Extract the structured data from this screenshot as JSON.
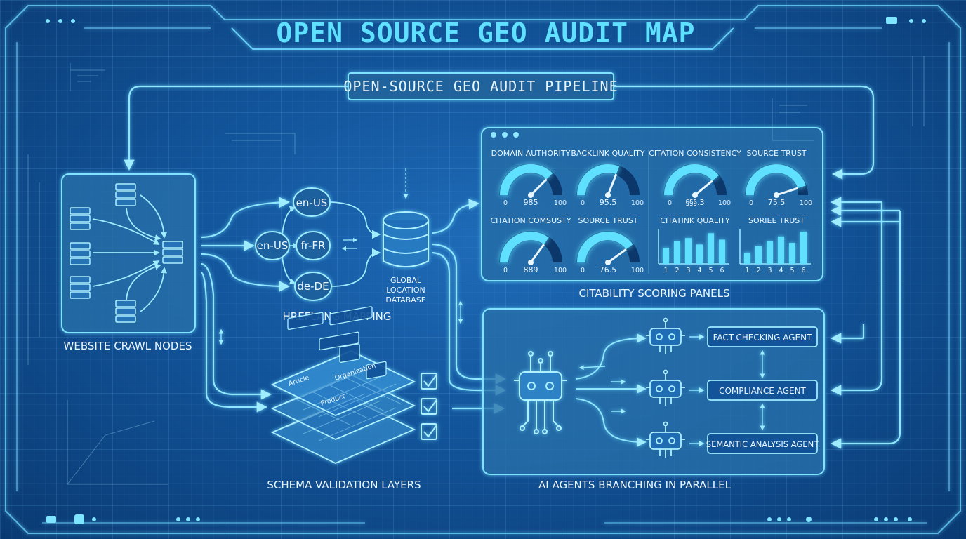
{
  "title": "OPEN SOURCE GEO AUDIT MAP",
  "pipeline_label": "OPEN-SOURCE GEO AUDIT PIPELINE",
  "crawl": {
    "label": "WEBSITE CRAWL NODES"
  },
  "hreflang": {
    "label": "HREFLANG MAPPING",
    "nodes": [
      "en-US",
      "en-US",
      "fr-FR",
      "de-DE"
    ]
  },
  "database": {
    "line1": "GLOBAL",
    "line2": "LOCATION",
    "line3": "DATABASE"
  },
  "schema": {
    "label": "SCHEMA VALIDATION LAYERS",
    "tags": [
      "Article",
      "Organization",
      "Product"
    ]
  },
  "scoring": {
    "label": "CITABILITY SCORING PANELS",
    "gauges": [
      {
        "title": "DOMAIN AUTHORITY",
        "min": "0",
        "max": "100",
        "value": "985",
        "level": 0.75
      },
      {
        "title": "BACKLINK QUALITY",
        "min": "0",
        "max": "100",
        "value": "95.5",
        "level": 0.62
      },
      {
        "title": "CITATION CONSISTENCY",
        "min": "0",
        "max": "100",
        "value": "§§§.3",
        "level": 0.78
      },
      {
        "title": "SOURCE TRUST",
        "min": "0",
        "max": "100",
        "value": "75.5",
        "level": 0.9
      },
      {
        "title": "CITATION COMSUSTY",
        "min": "0",
        "max": "100",
        "value": "889",
        "level": 0.7
      },
      {
        "title": "SOURCE TRUST",
        "min": "0",
        "max": "100",
        "value": "76.5",
        "level": 0.8
      }
    ],
    "bar_panels": [
      {
        "title": "CITATINK QUALITY",
        "ticks": [
          "1",
          "2",
          "3",
          "4",
          "5",
          "6"
        ],
        "values": [
          0.5,
          0.7,
          0.8,
          0.6,
          0.95,
          0.75
        ]
      },
      {
        "title": "SORIEE TRUST",
        "ticks": [
          "1",
          "2",
          "3",
          "4",
          "5",
          "6"
        ],
        "values": [
          0.35,
          0.55,
          0.7,
          0.85,
          0.65,
          1.0
        ]
      }
    ]
  },
  "agents": {
    "label": "AI AGENTS BRANCHING IN PARALLEL",
    "items": [
      "FACT-CHECKING AGENT",
      "COMPLIANCE AGENT",
      "SEMANTIC ANALYSIS AGENT"
    ]
  },
  "colors": {
    "accent": "#5fe0ff",
    "line": "#8fe6ff",
    "bg": "#12549a"
  }
}
